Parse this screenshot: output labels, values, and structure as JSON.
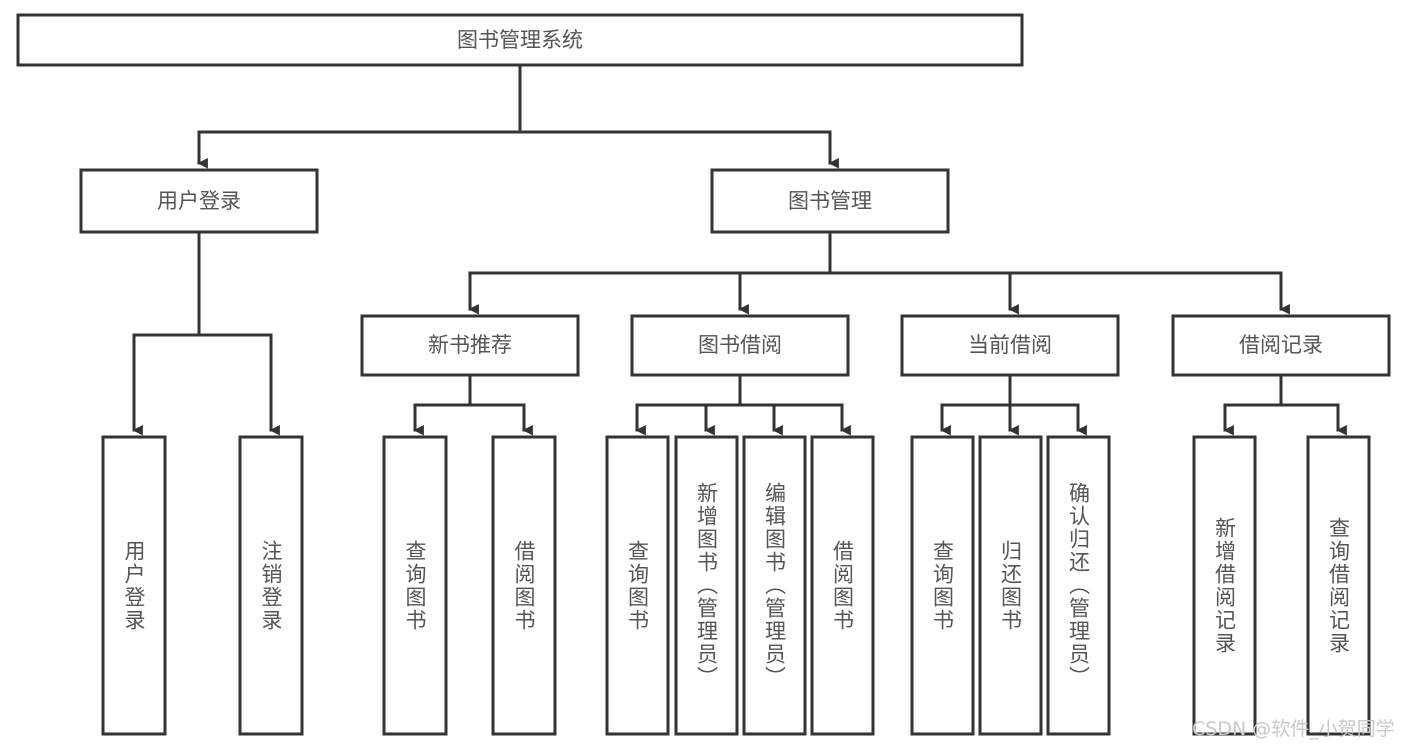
{
  "diagram": {
    "type": "tree-hierarchy",
    "title": "图书管理系统",
    "watermark": "CSDN @软件_小贺同学",
    "colors": {
      "stroke": "#333333",
      "box_fill": "#ffffff",
      "text": "#555555",
      "watermark": "#c9c9c9",
      "background": "#ffffff"
    },
    "levels": [
      {
        "level": 1,
        "nodes": [
          {
            "id": "root",
            "label": "图书管理系统",
            "orientation": "horizontal"
          }
        ]
      },
      {
        "level": 2,
        "nodes": [
          {
            "id": "user-login",
            "label": "用户登录",
            "orientation": "horizontal",
            "parent": "root"
          },
          {
            "id": "book-mgmt",
            "label": "图书管理",
            "orientation": "horizontal",
            "parent": "root"
          }
        ]
      },
      {
        "level": 3,
        "nodes": [
          {
            "id": "new-book-rec",
            "label": "新书推荐",
            "orientation": "horizontal",
            "parent": "book-mgmt"
          },
          {
            "id": "book-borrow",
            "label": "图书借阅",
            "orientation": "horizontal",
            "parent": "book-mgmt"
          },
          {
            "id": "current-borrow",
            "label": "当前借阅",
            "orientation": "horizontal",
            "parent": "book-mgmt"
          },
          {
            "id": "borrow-record",
            "label": "借阅记录",
            "orientation": "horizontal",
            "parent": "book-mgmt"
          }
        ]
      },
      {
        "level": 4,
        "nodes": [
          {
            "id": "leaf-user-login",
            "label": "用户登录",
            "orientation": "vertical",
            "parent": "user-login"
          },
          {
            "id": "leaf-user-logout",
            "label": "注销登录",
            "orientation": "vertical",
            "parent": "user-login"
          },
          {
            "id": "leaf-query-book-1",
            "label": "查询图书",
            "orientation": "vertical",
            "parent": "new-book-rec"
          },
          {
            "id": "leaf-borrow-book-1",
            "label": "借阅图书",
            "orientation": "vertical",
            "parent": "new-book-rec"
          },
          {
            "id": "leaf-query-book-2",
            "label": "查询图书",
            "orientation": "vertical",
            "parent": "book-borrow"
          },
          {
            "id": "leaf-add-book",
            "label": "新增图书（管理员）",
            "orientation": "vertical",
            "parent": "book-borrow"
          },
          {
            "id": "leaf-edit-book",
            "label": "编辑图书（管理员）",
            "orientation": "vertical",
            "parent": "book-borrow"
          },
          {
            "id": "leaf-borrow-book-2",
            "label": "借阅图书",
            "orientation": "vertical",
            "parent": "book-borrow"
          },
          {
            "id": "leaf-query-book-3",
            "label": "查询图书",
            "orientation": "vertical",
            "parent": "current-borrow"
          },
          {
            "id": "leaf-return-book",
            "label": "归还图书",
            "orientation": "vertical",
            "parent": "current-borrow"
          },
          {
            "id": "leaf-confirm-return",
            "label": "确认归还（管理员）",
            "orientation": "vertical",
            "parent": "current-borrow"
          },
          {
            "id": "leaf-add-record",
            "label": "新增借阅记录",
            "orientation": "vertical",
            "parent": "borrow-record"
          },
          {
            "id": "leaf-query-record",
            "label": "查询借阅记录",
            "orientation": "vertical",
            "parent": "borrow-record"
          }
        ]
      }
    ]
  }
}
